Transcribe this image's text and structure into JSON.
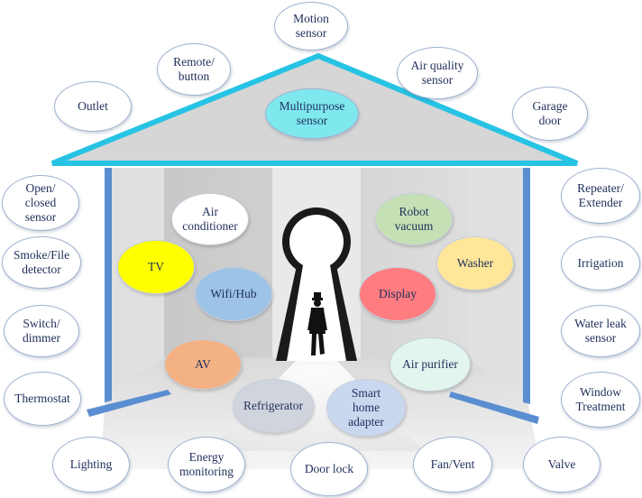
{
  "colors": {
    "roof_fill": "#d6d6d6",
    "roof_edge": "#27c3e4",
    "wall_posts": "#5b8ed1",
    "door_dark": "#111111",
    "outer_text": "#1f2f5a"
  },
  "roof_nodes": [
    {
      "id": "motion-sensor",
      "label": "Motion\nsensor"
    },
    {
      "id": "remote-button",
      "label": "Remote/\nbutton"
    },
    {
      "id": "air-quality-sensor",
      "label": "Air quality\nsensor"
    },
    {
      "id": "outlet",
      "label": "Outlet"
    },
    {
      "id": "multipurpose-sensor",
      "label": "Multipurpose\nsensor",
      "color": "#7fe8ee"
    },
    {
      "id": "garage-door",
      "label": "Garage\ndoor"
    }
  ],
  "left_nodes": [
    {
      "id": "open-closed-sensor",
      "label": "Open/\nclosed\nsensor"
    },
    {
      "id": "smoke-file-detector",
      "label": "Smoke/File\ndetector"
    },
    {
      "id": "switch-dimmer",
      "label": "Switch/\ndimmer"
    },
    {
      "id": "thermostat",
      "label": "Thermostat"
    }
  ],
  "right_nodes": [
    {
      "id": "repeater-extender",
      "label": "Repeater/\nExtender"
    },
    {
      "id": "irrigation",
      "label": "Irrigation"
    },
    {
      "id": "water-leak-sensor",
      "label": "Water leak\nsensor"
    },
    {
      "id": "window-treatment",
      "label": "Window\nTreatment"
    }
  ],
  "bottom_nodes": [
    {
      "id": "lighting",
      "label": "Lighting"
    },
    {
      "id": "energy-monitoring",
      "label": "Energy\nmonitoring"
    },
    {
      "id": "door-lock",
      "label": "Door lock"
    },
    {
      "id": "fan-vent",
      "label": "Fan/Vent"
    },
    {
      "id": "valve",
      "label": "Valve"
    }
  ],
  "inside_nodes": [
    {
      "id": "air-conditioner",
      "label": "Air\nconditioner",
      "color": "#ffffff"
    },
    {
      "id": "tv",
      "label": "TV",
      "color": "#ffff00"
    },
    {
      "id": "wifi-hub",
      "label": "Wifi/Hub",
      "color": "#9dc3e6"
    },
    {
      "id": "av",
      "label": "AV",
      "color": "#f4b183"
    },
    {
      "id": "robot-vacuum",
      "label": "Robot\nvacuum",
      "color": "#c5e0b4"
    },
    {
      "id": "washer",
      "label": "Washer",
      "color": "#ffe699"
    },
    {
      "id": "display",
      "label": "Display",
      "color": "#ff7c80"
    },
    {
      "id": "air-purifier",
      "label": "Air purifier",
      "color": "#e2f6ef"
    },
    {
      "id": "refrigerator",
      "label": "Refrigerator",
      "color": "#d0d5dd"
    },
    {
      "id": "smart-home-adapter",
      "label": "Smart\nhome\nadapter",
      "color": "#c9d8ef"
    }
  ]
}
